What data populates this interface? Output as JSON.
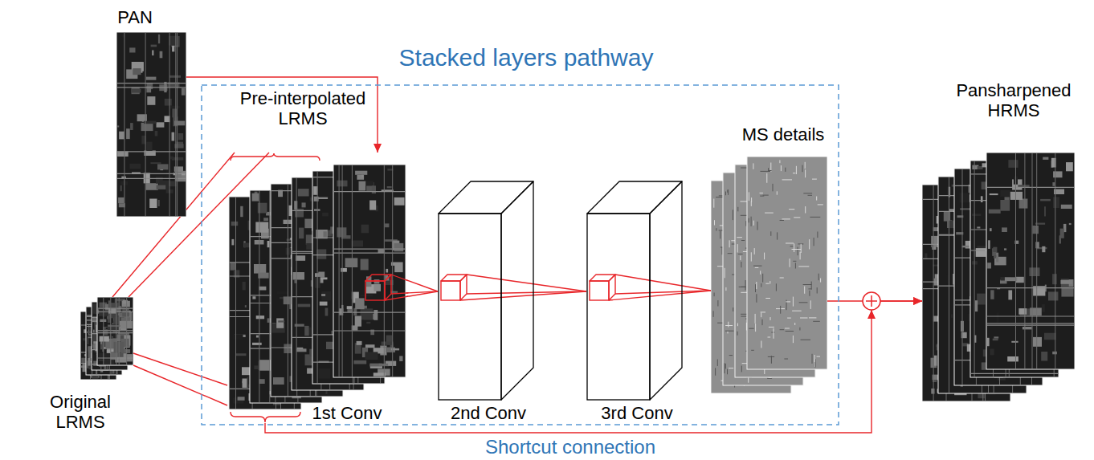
{
  "diagram": {
    "nodes": [
      {
        "text": [
          "Stacked layers pathway"
        ]
      },
      {
        "text": [
          "PAN"
        ]
      },
      {
        "text": [
          "Original LRMS"
        ]
      },
      {
        "text": [
          "Pre-interpolated LRMS",
          "1st Conv"
        ],
        "in": 0
      },
      {
        "text": [
          "2nd Conv"
        ],
        "in": 0
      },
      {
        "text": [
          "3rd Conv"
        ],
        "in": 0
      },
      {
        "text": [
          "MS details"
        ],
        "in": 0
      },
      {
        "text": [
          "Pansharpened HRMS"
        ]
      }
    ],
    "edges": [
      {
        "from": 1,
        "to": 3,
        "arrow": "to"
      },
      {
        "from": 2,
        "to": 3,
        "arrow": "none"
      },
      {
        "from": 3,
        "to": 4,
        "arrow": "none"
      },
      {
        "from": 4,
        "to": 5,
        "arrow": "none"
      },
      {
        "from": 5,
        "to": 6,
        "arrow": "none"
      },
      {
        "from": 6,
        "to": 7,
        "arrow": "to"
      },
      {
        "from": 3,
        "to": 7,
        "label": "Shortcut connection",
        "arrow": "to"
      }
    ]
  }
}
